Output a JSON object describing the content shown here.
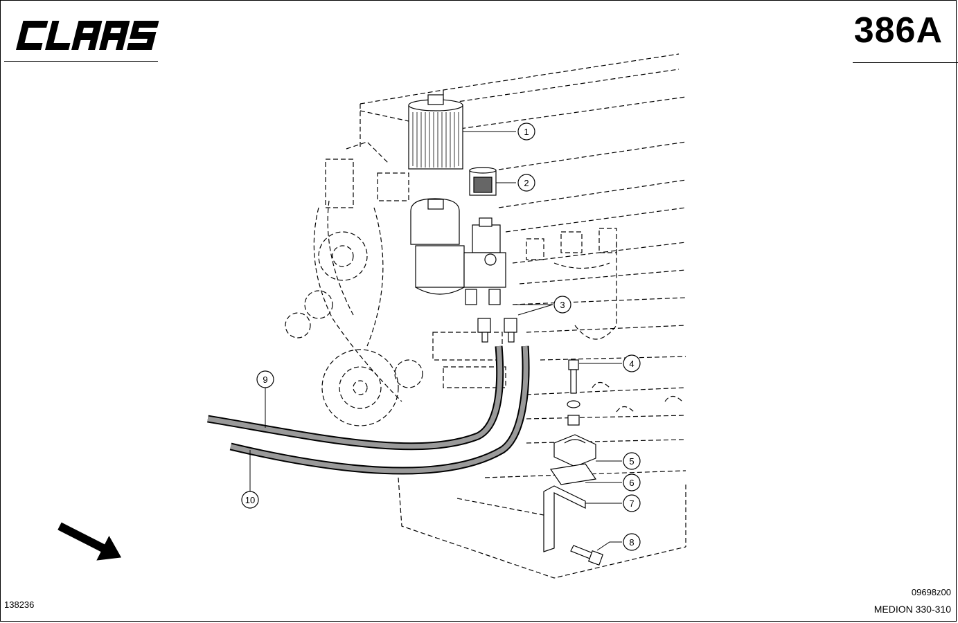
{
  "header": {
    "brand": "CLAAS",
    "page_code": "386A"
  },
  "footer": {
    "catalog_number": "138236",
    "figure_id": "09698z00",
    "model": "MEDION 330-310"
  },
  "callouts": [
    {
      "label": "1"
    },
    {
      "label": "2"
    },
    {
      "label": "3"
    },
    {
      "label": "4"
    },
    {
      "label": "5"
    },
    {
      "label": "6"
    },
    {
      "label": "7"
    },
    {
      "label": "8"
    },
    {
      "label": "9"
    },
    {
      "label": "10"
    }
  ],
  "colors": {
    "ink": "#000000",
    "paper": "#ffffff",
    "hose_fill": "#9a9a9a"
  },
  "icons": {
    "direction": "travel-direction-arrow-icon"
  }
}
